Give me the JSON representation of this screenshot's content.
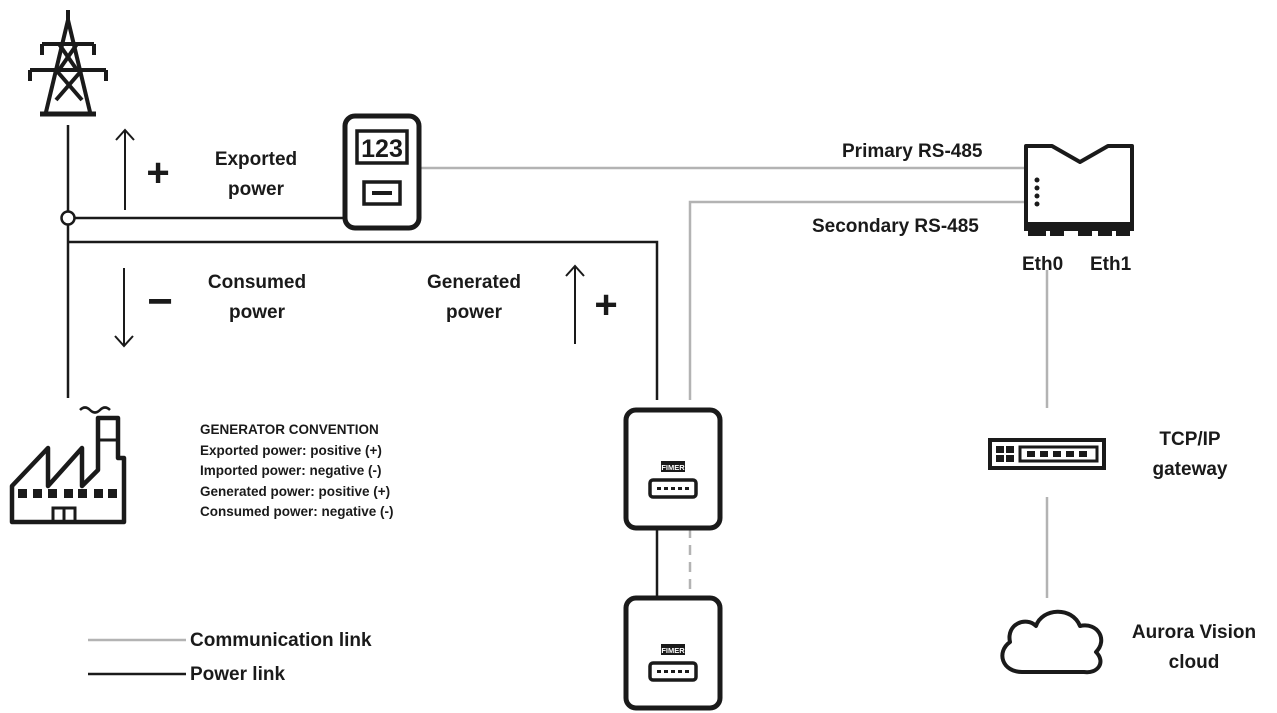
{
  "labels": {
    "exported_power": [
      "Exported",
      "power"
    ],
    "consumed_power": [
      "Consumed",
      "power"
    ],
    "generated_power": [
      "Generated",
      "power"
    ],
    "primary_rs485": "Primary RS-485",
    "secondary_rs485": "Secondary RS-485",
    "eth0": "Eth0",
    "eth1": "Eth1",
    "tcp_gateway": [
      "TCP/IP",
      "gateway"
    ],
    "aurora_cloud": [
      "Aurora Vision",
      "cloud"
    ],
    "plus_sign": "+",
    "minus_sign": "−"
  },
  "meter_display": "123",
  "inverter_brand": "FIMER",
  "convention": {
    "title": "GENERATOR CONVENTION",
    "lines": [
      "Exported power: positive (+)",
      "Imported power: negative (-)",
      "Generated power: positive (+)",
      "Consumed power: negative (-)"
    ]
  },
  "legend": {
    "communication": "Communication link",
    "power": "Power link"
  },
  "colors": {
    "power_line": "#1a1a1a",
    "communication_line": "#b3b3b3",
    "text": "#1a1a1a"
  },
  "icons": [
    "power-tower-icon",
    "energy-meter-icon",
    "factory-icon",
    "inverter-icon",
    "datalogger-icon",
    "network-switch-icon",
    "cloud-icon"
  ]
}
